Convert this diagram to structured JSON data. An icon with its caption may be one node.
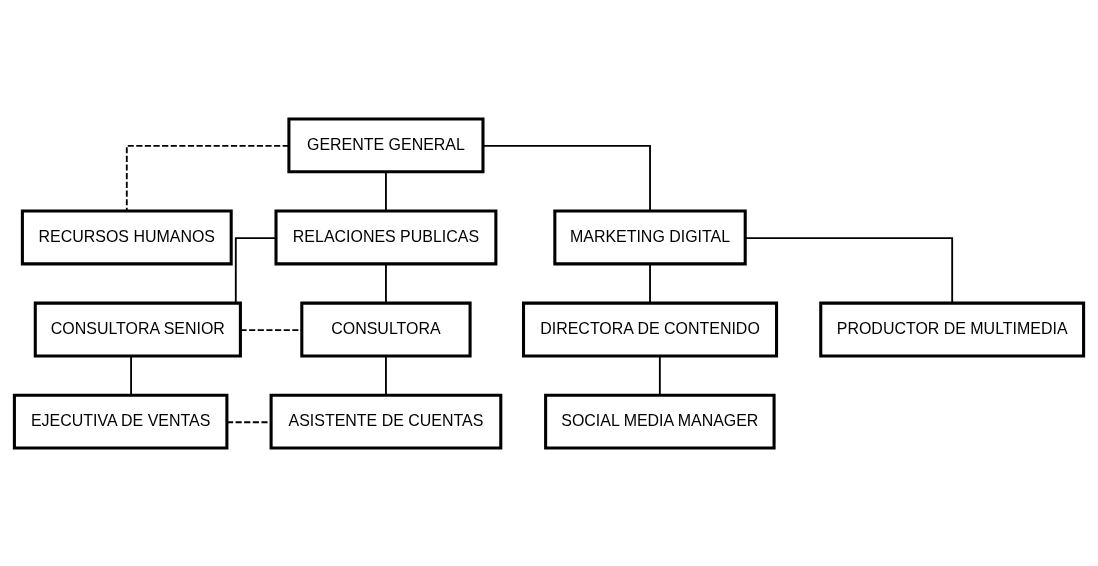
{
  "diagram": {
    "nodes": [
      {
        "text": [
          "GERENTE GENERAL"
        ]
      },
      {
        "text": [
          "RECURSOS HUMANOS"
        ]
      },
      {
        "text": [
          "RELACIONES PUBLICAS"
        ]
      },
      {
        "text": [
          "MARKETING DIGITAL"
        ]
      },
      {
        "text": [
          "CONSULTORA SENIOR"
        ]
      },
      {
        "text": [
          "CONSULTORA"
        ]
      },
      {
        "text": [
          "DIRECTORA DE CONTENIDO"
        ]
      },
      {
        "text": [
          "PRODUCTOR DE MULTIMEDIA"
        ]
      },
      {
        "text": [
          "EJECUTIVA DE VENTAS"
        ]
      },
      {
        "text": [
          "ASISTENTE DE CUENTAS"
        ]
      },
      {
        "text": [
          "SOCIAL MEDIA MANAGER"
        ]
      }
    ],
    "edges": [
      {
        "from": 0,
        "to": 1,
        "arrow": "none",
        "style": "dashed"
      },
      {
        "from": 0,
        "to": 2,
        "arrow": "none"
      },
      {
        "from": 0,
        "to": 3,
        "arrow": "none"
      },
      {
        "from": 2,
        "to": 4,
        "arrow": "none"
      },
      {
        "from": 2,
        "to": 5,
        "arrow": "none"
      },
      {
        "from": 3,
        "to": 6,
        "arrow": "none"
      },
      {
        "from": 3,
        "to": 7,
        "arrow": "none"
      },
      {
        "from": 4,
        "to": 5,
        "arrow": "none",
        "style": "dashed"
      },
      {
        "from": 4,
        "to": 8,
        "arrow": "none"
      },
      {
        "from": 5,
        "to": 9,
        "arrow": "none"
      },
      {
        "from": 8,
        "to": 9,
        "arrow": "none",
        "style": "dashed"
      },
      {
        "from": 6,
        "to": 10,
        "arrow": "none"
      }
    ]
  }
}
